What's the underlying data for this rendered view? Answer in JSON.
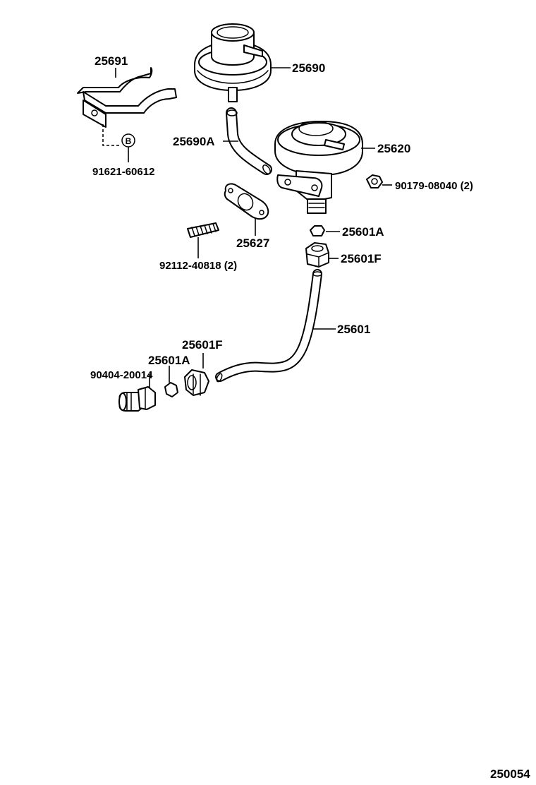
{
  "labels": {
    "p25691": "25691",
    "p25690": "25690",
    "p25690a": "25690A",
    "p25620": "25620",
    "p91621": "91621-60612",
    "p90179": "90179-08040 (2)",
    "p25627": "25627",
    "p92112": "92112-40818 (2)",
    "p25601a_top": "25601A",
    "p25601f_top": "25601F",
    "p25601": "25601",
    "p25601f_bottom": "25601F",
    "p25601a_bottom": "25601A",
    "p90404": "90404-20014",
    "bolt_marker": "B",
    "figure_number": "250054"
  }
}
